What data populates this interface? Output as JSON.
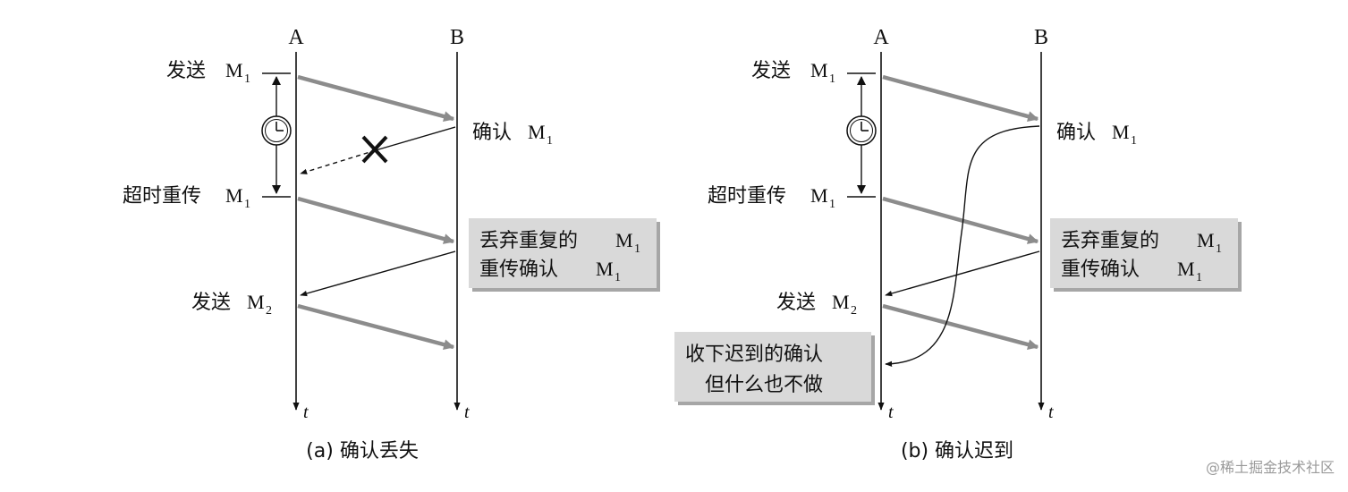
{
  "panel_a": {
    "node_a": "A",
    "node_b": "B",
    "axis_t": "t",
    "send_m1": "发送",
    "timeout_retransmit": "超时重传",
    "send_m2": "发送",
    "ack_m1": "确认",
    "discard_line1": "丢弃重复的",
    "discard_line2": "重传确认",
    "msg_m": "M",
    "sub_1": "1",
    "sub_2": "2",
    "caption": "(a) 确认丢失"
  },
  "panel_b": {
    "node_a": "A",
    "node_b": "B",
    "axis_t": "t",
    "send_m1": "发送",
    "timeout_retransmit": "超时重传",
    "send_m2": "发送",
    "ack_m1": "确认",
    "discard_line1": "丢弃重复的",
    "discard_line2": "重传确认",
    "late_line1": "收下迟到的确认",
    "late_line2": "但什么也不做",
    "msg_m": "M",
    "sub_1": "1",
    "sub_2": "2",
    "caption": "(b) 确认迟到"
  },
  "watermark": "@稀土掘金技术社区",
  "colors": {
    "line": "#111111",
    "thick_arrow": "#8c8c8c",
    "note_box": "#d9d9d9",
    "note_shadow": "#a6a6a6"
  },
  "icons": [
    "clock-icon",
    "lost-cross-icon"
  ]
}
